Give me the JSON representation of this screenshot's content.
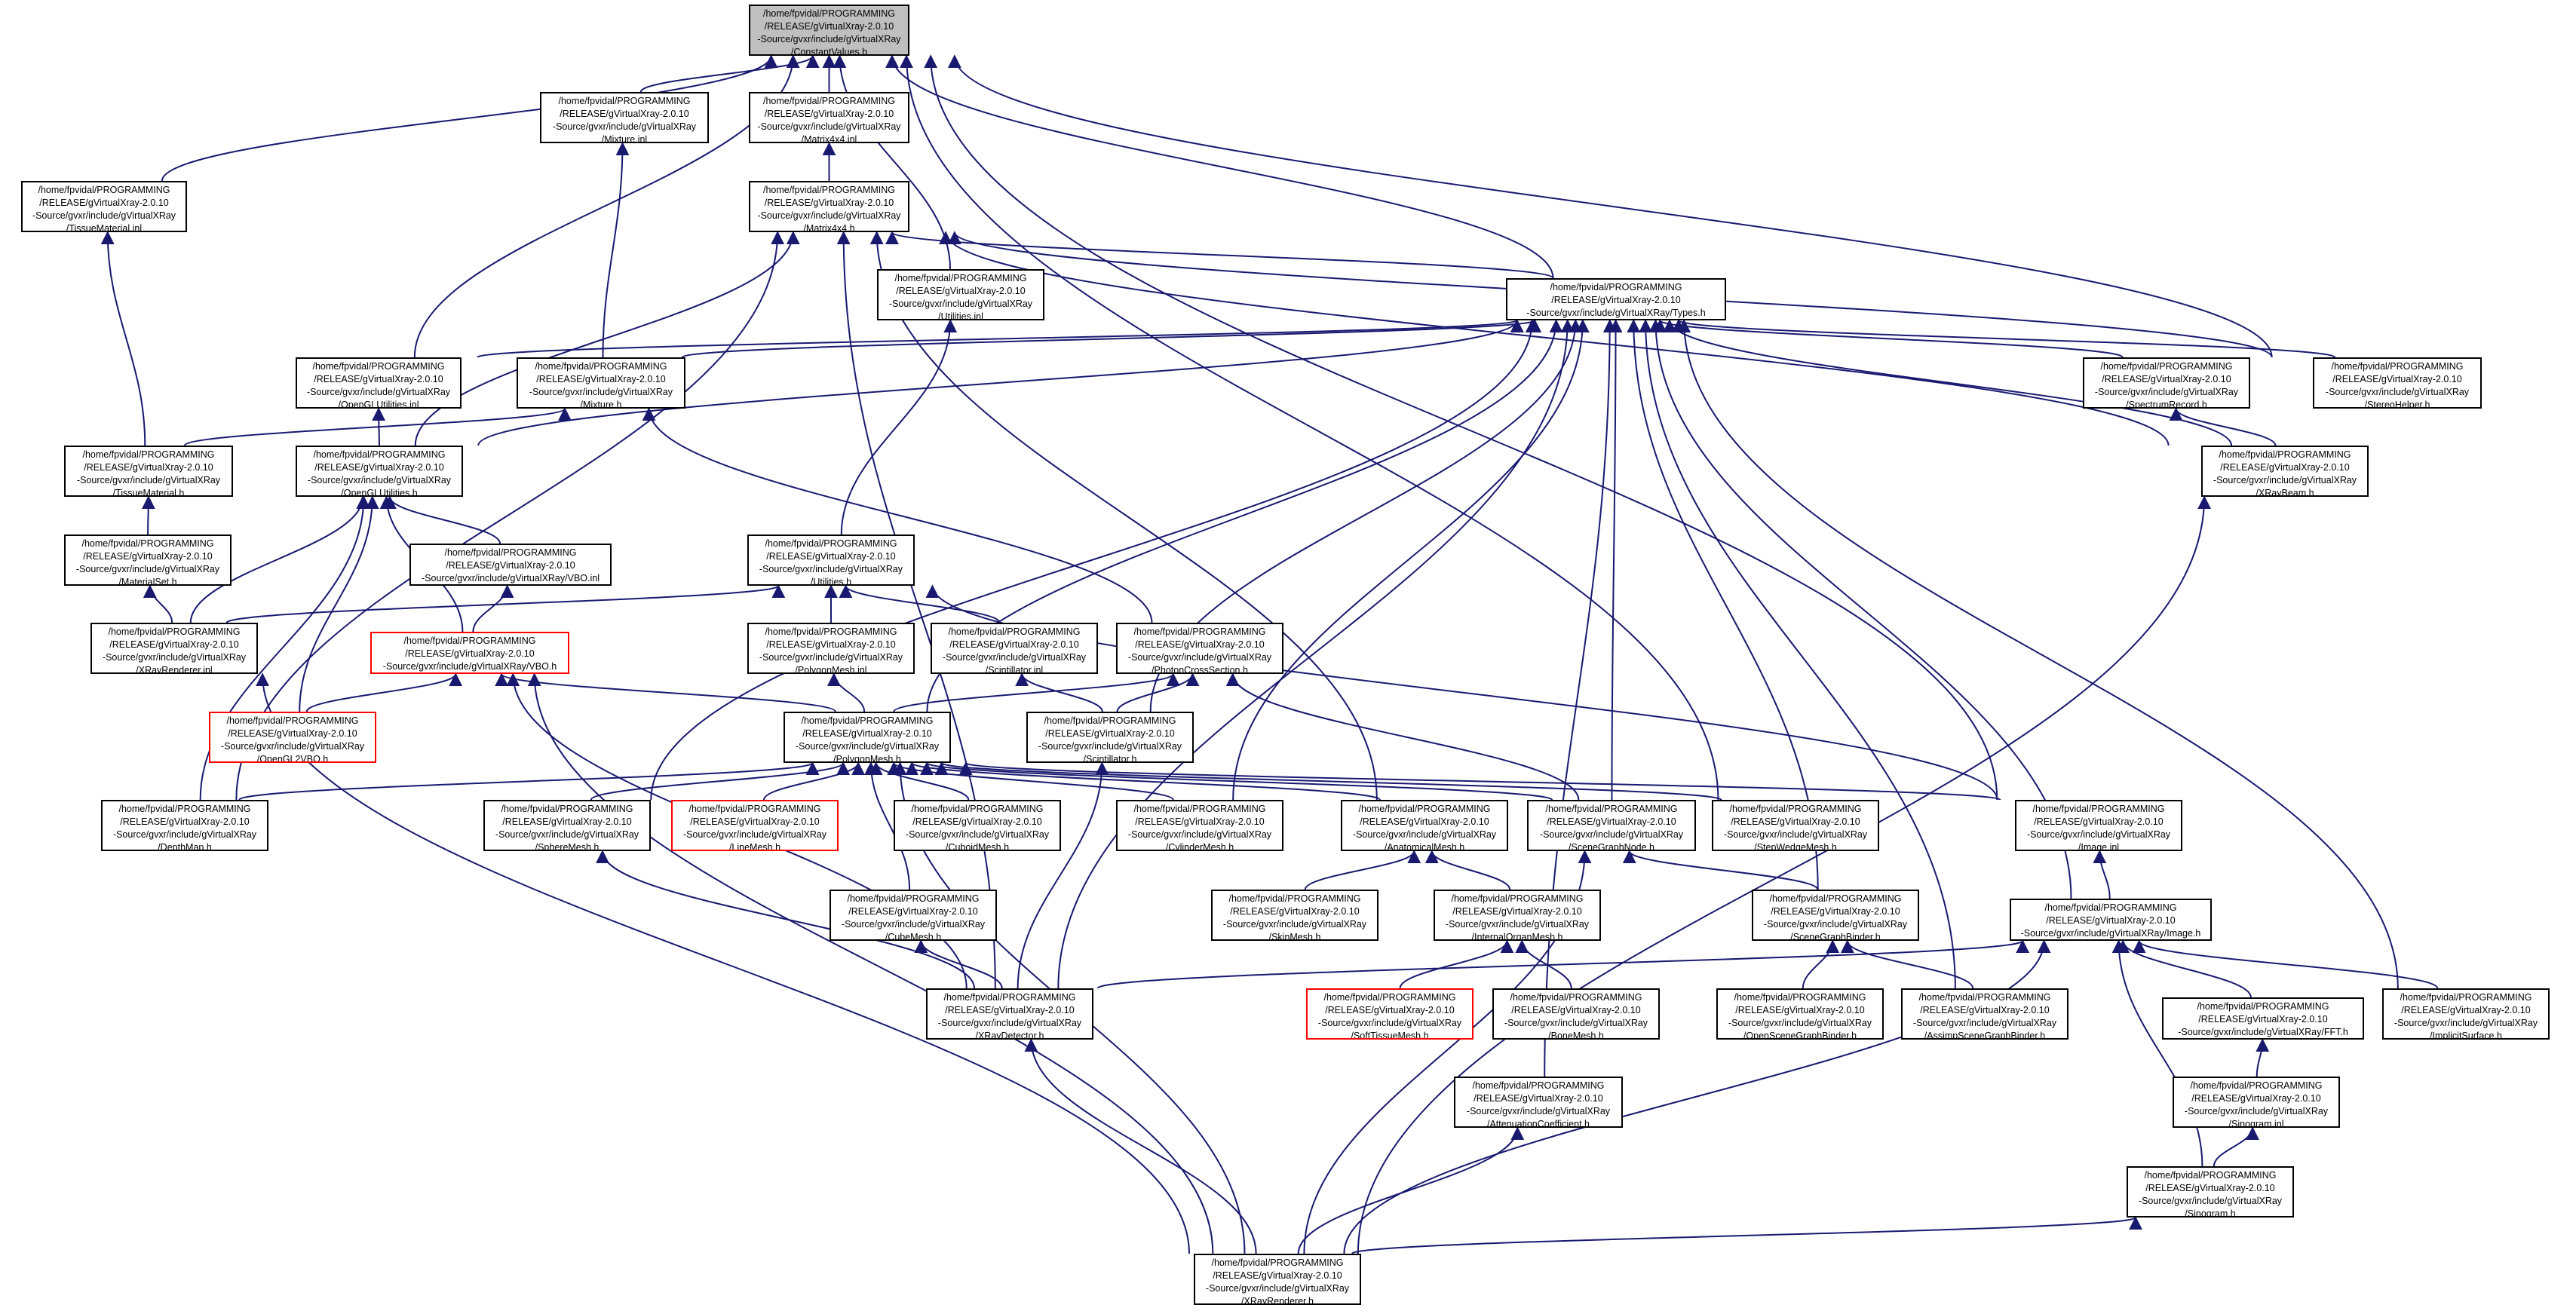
{
  "diagram": {
    "colors": {
      "edge": "#191970",
      "node_border": "#000000",
      "root_fill": "#bfbfbf",
      "truncated_border": "#ff0000"
    },
    "nodes": [
      {
        "id": "ConstantValues_h",
        "lines": [
          "/home/fpvidal/PROGRAMMING",
          "/RELEASE/gVirtualXray-2.0.10",
          "-Source/gvxr/include/gVirtualXRay",
          "/ConstantValues.h"
        ],
        "root": true
      },
      {
        "id": "TissueMaterial_inl",
        "lines": [
          "/home/fpvidal/PROGRAMMING",
          "/RELEASE/gVirtualXray-2.0.10",
          "-Source/gvxr/include/gVirtualXRay",
          "/TissueMaterial.inl"
        ]
      },
      {
        "id": "Mixture_inl",
        "lines": [
          "/home/fpvidal/PROGRAMMING",
          "/RELEASE/gVirtualXray-2.0.10",
          "-Source/gvxr/include/gVirtualXRay",
          "/Mixture.inl"
        ]
      },
      {
        "id": "Matrix4x4_inl",
        "lines": [
          "/home/fpvidal/PROGRAMMING",
          "/RELEASE/gVirtualXray-2.0.10",
          "-Source/gvxr/include/gVirtualXRay",
          "/Matrix4x4.inl"
        ]
      },
      {
        "id": "Matrix4x4_h",
        "lines": [
          "/home/fpvidal/PROGRAMMING",
          "/RELEASE/gVirtualXray-2.0.10",
          "-Source/gvxr/include/gVirtualXRay",
          "/Matrix4x4.h"
        ]
      },
      {
        "id": "Utilities_inl",
        "lines": [
          "/home/fpvidal/PROGRAMMING",
          "/RELEASE/gVirtualXray-2.0.10",
          "-Source/gvxr/include/gVirtualXRay",
          "/Utilities.inl"
        ]
      },
      {
        "id": "Types_h",
        "lines": [
          "/home/fpvidal/PROGRAMMING",
          "/RELEASE/gVirtualXray-2.0.10",
          "-Source/gvxr/include/gVirtualXRay/Types.h"
        ]
      },
      {
        "id": "OpenGLUtilities_inl",
        "lines": [
          "/home/fpvidal/PROGRAMMING",
          "/RELEASE/gVirtualXray-2.0.10",
          "-Source/gvxr/include/gVirtualXRay",
          "/OpenGLUtilities.inl"
        ]
      },
      {
        "id": "Mixture_h",
        "lines": [
          "/home/fpvidal/PROGRAMMING",
          "/RELEASE/gVirtualXray-2.0.10",
          "-Source/gvxr/include/gVirtualXRay",
          "/Mixture.h"
        ]
      },
      {
        "id": "SpectrumRecord_h",
        "lines": [
          "/home/fpvidal/PROGRAMMING",
          "/RELEASE/gVirtualXray-2.0.10",
          "-Source/gvxr/include/gVirtualXRay",
          "/SpectrumRecord.h"
        ]
      },
      {
        "id": "StereoHelper_h",
        "lines": [
          "/home/fpvidal/PROGRAMMING",
          "/RELEASE/gVirtualXray-2.0.10",
          "-Source/gvxr/include/gVirtualXRay",
          "/StereoHelper.h"
        ]
      },
      {
        "id": "TissueMaterial_h",
        "lines": [
          "/home/fpvidal/PROGRAMMING",
          "/RELEASE/gVirtualXray-2.0.10",
          "-Source/gvxr/include/gVirtualXRay",
          "/TissueMaterial.h"
        ]
      },
      {
        "id": "OpenGLUtilities_h",
        "lines": [
          "/home/fpvidal/PROGRAMMING",
          "/RELEASE/gVirtualXray-2.0.10",
          "-Source/gvxr/include/gVirtualXRay",
          "/OpenGLUtilities.h"
        ]
      },
      {
        "id": "XRayBeam_h",
        "lines": [
          "/home/fpvidal/PROGRAMMING",
          "/RELEASE/gVirtualXray-2.0.10",
          "-Source/gvxr/include/gVirtualXRay",
          "/XRayBeam.h"
        ]
      },
      {
        "id": "MaterialSet_h",
        "lines": [
          "/home/fpvidal/PROGRAMMING",
          "/RELEASE/gVirtualXray-2.0.10",
          "-Source/gvxr/include/gVirtualXRay",
          "/MaterialSet.h"
        ]
      },
      {
        "id": "VBO_inl",
        "lines": [
          "/home/fpvidal/PROGRAMMING",
          "/RELEASE/gVirtualXray-2.0.10",
          "-Source/gvxr/include/gVirtualXRay/VBO.inl"
        ]
      },
      {
        "id": "Utilities_h",
        "lines": [
          "/home/fpvidal/PROGRAMMING",
          "/RELEASE/gVirtualXray-2.0.10",
          "-Source/gvxr/include/gVirtualXRay",
          "/Utilities.h"
        ]
      },
      {
        "id": "XRayRenderer_inl",
        "lines": [
          "/home/fpvidal/PROGRAMMING",
          "/RELEASE/gVirtualXray-2.0.10",
          "-Source/gvxr/include/gVirtualXRay",
          "/XRayRenderer.inl"
        ]
      },
      {
        "id": "VBO_h",
        "lines": [
          "/home/fpvidal/PROGRAMMING",
          "/RELEASE/gVirtualXray-2.0.10",
          "-Source/gvxr/include/gVirtualXRay/VBO.h"
        ],
        "truncated": true
      },
      {
        "id": "PolygonMesh_inl",
        "lines": [
          "/home/fpvidal/PROGRAMMING",
          "/RELEASE/gVirtualXray-2.0.10",
          "-Source/gvxr/include/gVirtualXRay",
          "/PolygonMesh.inl"
        ]
      },
      {
        "id": "Scintillator_inl",
        "lines": [
          "/home/fpvidal/PROGRAMMING",
          "/RELEASE/gVirtualXray-2.0.10",
          "-Source/gvxr/include/gVirtualXRay",
          "/Scintillator.inl"
        ]
      },
      {
        "id": "PhotonCrossSection_h",
        "lines": [
          "/home/fpvidal/PROGRAMMING",
          "/RELEASE/gVirtualXray-2.0.10",
          "-Source/gvxr/include/gVirtualXRay",
          "/PhotonCrossSection.h"
        ]
      },
      {
        "id": "OpenGL2VBO_h",
        "lines": [
          "/home/fpvidal/PROGRAMMING",
          "/RELEASE/gVirtualXray-2.0.10",
          "-Source/gvxr/include/gVirtualXRay",
          "/OpenGL2VBO.h"
        ],
        "truncated": true
      },
      {
        "id": "PolygonMesh_h",
        "lines": [
          "/home/fpvidal/PROGRAMMING",
          "/RELEASE/gVirtualXray-2.0.10",
          "-Source/gvxr/include/gVirtualXRay",
          "/PolygonMesh.h"
        ]
      },
      {
        "id": "Scintillator_h",
        "lines": [
          "/home/fpvidal/PROGRAMMING",
          "/RELEASE/gVirtualXray-2.0.10",
          "-Source/gvxr/include/gVirtualXRay",
          "/Scintillator.h"
        ]
      },
      {
        "id": "DepthMap_h",
        "lines": [
          "/home/fpvidal/PROGRAMMING",
          "/RELEASE/gVirtualXray-2.0.10",
          "-Source/gvxr/include/gVirtualXRay",
          "/DepthMap.h"
        ]
      },
      {
        "id": "SphereMesh_h",
        "lines": [
          "/home/fpvidal/PROGRAMMING",
          "/RELEASE/gVirtualXray-2.0.10",
          "-Source/gvxr/include/gVirtualXRay",
          "/SphereMesh.h"
        ]
      },
      {
        "id": "LineMesh_h",
        "lines": [
          "/home/fpvidal/PROGRAMMING",
          "/RELEASE/gVirtualXray-2.0.10",
          "-Source/gvxr/include/gVirtualXRay",
          "/LineMesh.h"
        ],
        "truncated": true
      },
      {
        "id": "CuboidMesh_h",
        "lines": [
          "/home/fpvidal/PROGRAMMING",
          "/RELEASE/gVirtualXray-2.0.10",
          "-Source/gvxr/include/gVirtualXRay",
          "/CuboidMesh.h"
        ]
      },
      {
        "id": "CylinderMesh_h",
        "lines": [
          "/home/fpvidal/PROGRAMMING",
          "/RELEASE/gVirtualXray-2.0.10",
          "-Source/gvxr/include/gVirtualXRay",
          "/CylinderMesh.h"
        ]
      },
      {
        "id": "AnatomicalMesh_h",
        "lines": [
          "/home/fpvidal/PROGRAMMING",
          "/RELEASE/gVirtualXray-2.0.10",
          "-Source/gvxr/include/gVirtualXRay",
          "/AnatomicalMesh.h"
        ]
      },
      {
        "id": "SceneGraphNode_h",
        "lines": [
          "/home/fpvidal/PROGRAMMING",
          "/RELEASE/gVirtualXray-2.0.10",
          "-Source/gvxr/include/gVirtualXRay",
          "/SceneGraphNode.h"
        ]
      },
      {
        "id": "StepWedgeMesh_h",
        "lines": [
          "/home/fpvidal/PROGRAMMING",
          "/RELEASE/gVirtualXray-2.0.10",
          "-Source/gvxr/include/gVirtualXRay",
          "/StepWedgeMesh.h"
        ]
      },
      {
        "id": "Image_inl",
        "lines": [
          "/home/fpvidal/PROGRAMMING",
          "/RELEASE/gVirtualXray-2.0.10",
          "-Source/gvxr/include/gVirtualXRay",
          "/Image.inl"
        ]
      },
      {
        "id": "CubeMesh_h",
        "lines": [
          "/home/fpvidal/PROGRAMMING",
          "/RELEASE/gVirtualXray-2.0.10",
          "-Source/gvxr/include/gVirtualXRay",
          "/CubeMesh.h"
        ]
      },
      {
        "id": "SkinMesh_h",
        "lines": [
          "/home/fpvidal/PROGRAMMING",
          "/RELEASE/gVirtualXray-2.0.10",
          "-Source/gvxr/include/gVirtualXRay",
          "/SkinMesh.h"
        ]
      },
      {
        "id": "InternalOrganMesh_h",
        "lines": [
          "/home/fpvidal/PROGRAMMING",
          "/RELEASE/gVirtualXray-2.0.10",
          "-Source/gvxr/include/gVirtualXRay",
          "/InternalOrganMesh.h"
        ]
      },
      {
        "id": "SceneGraphBinder_h",
        "lines": [
          "/home/fpvidal/PROGRAMMING",
          "/RELEASE/gVirtualXray-2.0.10",
          "-Source/gvxr/include/gVirtualXRay",
          "/SceneGraphBinder.h"
        ]
      },
      {
        "id": "Image_h",
        "lines": [
          "/home/fpvidal/PROGRAMMING",
          "/RELEASE/gVirtualXray-2.0.10",
          "-Source/gvxr/include/gVirtualXRay/Image.h"
        ]
      },
      {
        "id": "XRayDetector_h",
        "lines": [
          "/home/fpvidal/PROGRAMMING",
          "/RELEASE/gVirtualXray-2.0.10",
          "-Source/gvxr/include/gVirtualXRay",
          "/XRayDetector.h"
        ]
      },
      {
        "id": "SoftTissueMesh_h",
        "lines": [
          "/home/fpvidal/PROGRAMMING",
          "/RELEASE/gVirtualXray-2.0.10",
          "-Source/gvxr/include/gVirtualXRay",
          "/SoftTissueMesh.h"
        ],
        "truncated": true
      },
      {
        "id": "BoneMesh_h",
        "lines": [
          "/home/fpvidal/PROGRAMMING",
          "/RELEASE/gVirtualXray-2.0.10",
          "-Source/gvxr/include/gVirtualXRay",
          "/BoneMesh.h"
        ]
      },
      {
        "id": "OpenSceneGraphBinder_h",
        "lines": [
          "/home/fpvidal/PROGRAMMING",
          "/RELEASE/gVirtualXray-2.0.10",
          "-Source/gvxr/include/gVirtualXRay",
          "/OpenSceneGraphBinder.h"
        ]
      },
      {
        "id": "AssimpSceneGraphBinder_h",
        "lines": [
          "/home/fpvidal/PROGRAMMING",
          "/RELEASE/gVirtualXray-2.0.10",
          "-Source/gvxr/include/gVirtualXRay",
          "/AssimpSceneGraphBinder.h"
        ]
      },
      {
        "id": "FFT_h",
        "lines": [
          "/home/fpvidal/PROGRAMMING",
          "/RELEASE/gVirtualXray-2.0.10",
          "-Source/gvxr/include/gVirtualXRay/FFT.h"
        ]
      },
      {
        "id": "ImplicitSurface_h",
        "lines": [
          "/home/fpvidal/PROGRAMMING",
          "/RELEASE/gVirtualXray-2.0.10",
          "-Source/gvxr/include/gVirtualXRay",
          "/ImplicitSurface.h"
        ]
      },
      {
        "id": "AttenuationCoefficient_h",
        "lines": [
          "/home/fpvidal/PROGRAMMING",
          "/RELEASE/gVirtualXray-2.0.10",
          "-Source/gvxr/include/gVirtualXRay",
          "/AttenuationCoefficient.h"
        ]
      },
      {
        "id": "Sinogram_inl",
        "lines": [
          "/home/fpvidal/PROGRAMMING",
          "/RELEASE/gVirtualXray-2.0.10",
          "-Source/gvxr/include/gVirtualXRay",
          "/Sinogram.inl"
        ]
      },
      {
        "id": "Sinogram_h",
        "lines": [
          "/home/fpvidal/PROGRAMMING",
          "/RELEASE/gVirtualXray-2.0.10",
          "-Source/gvxr/include/gVirtualXRay",
          "/Sinogram.h"
        ]
      },
      {
        "id": "XRayRenderer_h",
        "lines": [
          "/home/fpvidal/PROGRAMMING",
          "/RELEASE/gVirtualXray-2.0.10",
          "-Source/gvxr/include/gVirtualXRay",
          "/XRayRenderer.h"
        ]
      }
    ],
    "edges": [
      [
        "ConstantValues_h",
        "TissueMaterial_inl"
      ],
      [
        "ConstantValues_h",
        "Mixture_inl"
      ],
      [
        "ConstantValues_h",
        "Matrix4x4_inl"
      ],
      [
        "ConstantValues_h",
        "Matrix4x4_h"
      ],
      [
        "ConstantValues_h",
        "Utilities_inl"
      ],
      [
        "ConstantValues_h",
        "OpenGLUtilities_inl"
      ],
      [
        "ConstantValues_h",
        "Types_h"
      ],
      [
        "ConstantValues_h",
        "StereoHelper_h"
      ],
      [
        "ConstantValues_h",
        "StepWedgeMesh_h"
      ],
      [
        "ConstantValues_h",
        "Image_inl"
      ],
      [
        "Matrix4x4_inl",
        "Matrix4x4_h"
      ],
      [
        "Mixture_inl",
        "Mixture_h"
      ],
      [
        "TissueMaterial_inl",
        "TissueMaterial_h"
      ],
      [
        "Matrix4x4_h",
        "Types_h"
      ],
      [
        "Matrix4x4_h",
        "DepthMap_h"
      ],
      [
        "Matrix4x4_h",
        "OpenGLUtilities_h"
      ],
      [
        "Matrix4x4_h",
        "XRayDetector_h"
      ],
      [
        "Matrix4x4_h",
        "AnatomicalMesh_h"
      ],
      [
        "Matrix4x4_h",
        "StereoHelper_h"
      ],
      [
        "Matrix4x4_h",
        "XRayBeam_h"
      ],
      [
        "Utilities_inl",
        "Utilities_h"
      ],
      [
        "Types_h",
        "OpenGLUtilities_inl"
      ],
      [
        "Types_h",
        "Mixture_h"
      ],
      [
        "Types_h",
        "SpectrumRecord_h"
      ],
      [
        "Types_h",
        "StereoHelper_h"
      ],
      [
        "Types_h",
        "OpenGLUtilities_h"
      ],
      [
        "Types_h",
        "PolygonMesh_h"
      ],
      [
        "Types_h",
        "SphereMesh_h"
      ],
      [
        "Types_h",
        "CylinderMesh_h"
      ],
      [
        "Types_h",
        "Scintillator_h"
      ],
      [
        "Types_h",
        "SceneGraphNode_h"
      ],
      [
        "Types_h",
        "XRayDetector_h"
      ],
      [
        "Types_h",
        "AttenuationCoefficient_h"
      ],
      [
        "Types_h",
        "SceneGraphBinder_h"
      ],
      [
        "Types_h",
        "AssimpSceneGraphBinder_h"
      ],
      [
        "Types_h",
        "Image_h"
      ],
      [
        "Types_h",
        "ImplicitSurface_h"
      ],
      [
        "Types_h",
        "XRayBeam_h"
      ],
      [
        "OpenGLUtilities_inl",
        "OpenGLUtilities_h"
      ],
      [
        "Mixture_h",
        "TissueMaterial_h"
      ],
      [
        "Mixture_h",
        "PhotonCrossSection_h"
      ],
      [
        "SpectrumRecord_h",
        "XRayBeam_h"
      ],
      [
        "TissueMaterial_h",
        "MaterialSet_h"
      ],
      [
        "MaterialSet_h",
        "XRayRenderer_inl"
      ],
      [
        "OpenGLUtilities_h",
        "VBO_inl"
      ],
      [
        "OpenGLUtilities_h",
        "VBO_h"
      ],
      [
        "OpenGLUtilities_h",
        "XRayRenderer_inl"
      ],
      [
        "OpenGLUtilities_h",
        "OpenGL2VBO_h"
      ],
      [
        "OpenGLUtilities_h",
        "DepthMap_h"
      ],
      [
        "VBO_inl",
        "VBO_h"
      ],
      [
        "VBO_h",
        "OpenGL2VBO_h"
      ],
      [
        "VBO_h",
        "PolygonMesh_h"
      ],
      [
        "VBO_h",
        "XRayDetector_h"
      ],
      [
        "VBO_h",
        "XRayRenderer_h"
      ],
      [
        "Utilities_h",
        "XRayRenderer_inl"
      ],
      [
        "Utilities_h",
        "PolygonMesh_inl"
      ],
      [
        "Utilities_h",
        "Scintillator_inl"
      ],
      [
        "Utilities_h",
        "Image_inl"
      ],
      [
        "PolygonMesh_inl",
        "PolygonMesh_h"
      ],
      [
        "Scintillator_inl",
        "Scintillator_h"
      ],
      [
        "PhotonCrossSection_h",
        "PolygonMesh_h"
      ],
      [
        "PhotonCrossSection_h",
        "Scintillator_h"
      ],
      [
        "PhotonCrossSection_h",
        "SceneGraphNode_h"
      ],
      [
        "PolygonMesh_h",
        "DepthMap_h"
      ],
      [
        "PolygonMesh_h",
        "SphereMesh_h"
      ],
      [
        "PolygonMesh_h",
        "LineMesh_h"
      ],
      [
        "PolygonMesh_h",
        "CuboidMesh_h"
      ],
      [
        "PolygonMesh_h",
        "CylinderMesh_h"
      ],
      [
        "PolygonMesh_h",
        "AnatomicalMesh_h"
      ],
      [
        "PolygonMesh_h",
        "SceneGraphNode_h"
      ],
      [
        "PolygonMesh_h",
        "StepWedgeMesh_h"
      ],
      [
        "PolygonMesh_h",
        "CubeMesh_h"
      ],
      [
        "PolygonMesh_h",
        "Image_inl"
      ],
      [
        "PolygonMesh_h",
        "XRayRenderer_h"
      ],
      [
        "Scintillator_h",
        "XRayDetector_h"
      ],
      [
        "SphereMesh_h",
        "XRayDetector_h"
      ],
      [
        "CubeMesh_h",
        "XRayDetector_h"
      ],
      [
        "AnatomicalMesh_h",
        "SkinMesh_h"
      ],
      [
        "AnatomicalMesh_h",
        "InternalOrganMesh_h"
      ],
      [
        "InternalOrganMesh_h",
        "SoftTissueMesh_h"
      ],
      [
        "InternalOrganMesh_h",
        "BoneMesh_h"
      ],
      [
        "SceneGraphNode_h",
        "SceneGraphBinder_h"
      ],
      [
        "SceneGraphNode_h",
        "XRayRenderer_h"
      ],
      [
        "SceneGraphBinder_h",
        "OpenSceneGraphBinder_h"
      ],
      [
        "SceneGraphBinder_h",
        "AssimpSceneGraphBinder_h"
      ],
      [
        "Image_inl",
        "Image_h"
      ],
      [
        "Image_h",
        "XRayDetector_h"
      ],
      [
        "Image_h",
        "FFT_h"
      ],
      [
        "Image_h",
        "ImplicitSurface_h"
      ],
      [
        "Image_h",
        "Sinogram_h"
      ],
      [
        "Image_h",
        "XRayRenderer_h"
      ],
      [
        "FFT_h",
        "Sinogram_inl"
      ],
      [
        "Sinogram_inl",
        "Sinogram_h"
      ],
      [
        "Sinogram_h",
        "XRayRenderer_h"
      ],
      [
        "XRayDetector_h",
        "XRayRenderer_h"
      ],
      [
        "AttenuationCoefficient_h",
        "XRayRenderer_h"
      ],
      [
        "XRayRenderer_inl",
        "XRayRenderer_h"
      ],
      [
        "XRayBeam_h",
        "XRayRenderer_h"
      ]
    ]
  }
}
